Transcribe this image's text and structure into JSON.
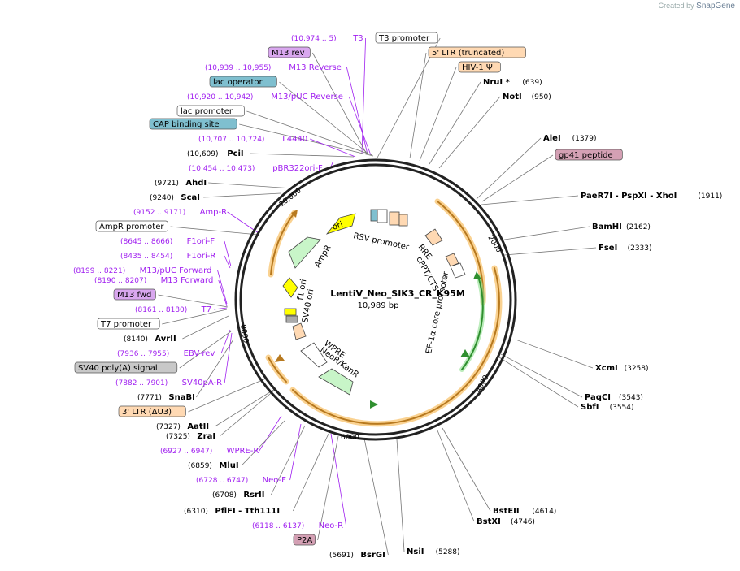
{
  "header": {
    "created_by": "Created by",
    "brand": "SnapGene"
  },
  "plasmid": {
    "name": "LentiV_Neo_SIK3_CR_K95M",
    "size": "10,989 bp"
  },
  "ticks": [
    "2000",
    "4000",
    "6000",
    "8000",
    "10,000"
  ],
  "colors": {
    "primer": "#a020f0",
    "enzyme": "#000000",
    "feature_orange": "#f6a623",
    "feature_green": "#8ee08e",
    "ori": "#ffff00",
    "promoter": "#ffffff",
    "ltr": "#ffd9b3",
    "tag": "#d4a0b4",
    "operator": "#7fbfcf"
  },
  "labels": [
    {
      "pos": "(10,974 .. 5)",
      "name": "T3",
      "kind": "primer"
    },
    {
      "name": "M13 rev",
      "kind": "box",
      "color": "#d9a7ef"
    },
    {
      "pos": "(10,939 .. 10,955)",
      "name": "M13 Reverse",
      "kind": "primer"
    },
    {
      "name": "lac operator",
      "kind": "box",
      "color": "#7fbfcf"
    },
    {
      "pos": "(10,920 .. 10,942)",
      "name": "M13/pUC Reverse",
      "kind": "primer"
    },
    {
      "name": "lac promoter",
      "kind": "box",
      "color": "#ffffff"
    },
    {
      "name": "CAP binding site",
      "kind": "box",
      "color": "#7fbfcf"
    },
    {
      "pos": "(10,707 .. 10,724)",
      "name": "L4440",
      "kind": "primer"
    },
    {
      "pos": "(10,609)",
      "name": "PciI",
      "kind": "enzyme"
    },
    {
      "pos": "(10,454 .. 10,473)",
      "name": "pBR322ori-F",
      "kind": "primer"
    },
    {
      "pos": "(9721)",
      "name": "AhdI",
      "kind": "enzyme"
    },
    {
      "pos": "(9240)",
      "name": "ScaI",
      "kind": "enzyme"
    },
    {
      "pos": "(9152 .. 9171)",
      "name": "Amp-R",
      "kind": "primer"
    },
    {
      "name": "AmpR promoter",
      "kind": "box",
      "color": "#ffffff"
    },
    {
      "pos": "(8645 .. 8666)",
      "name": "F1ori-F",
      "kind": "primer"
    },
    {
      "pos": "(8435 .. 8454)",
      "name": "F1ori-R",
      "kind": "primer"
    },
    {
      "pos": "(8199 .. 8221)",
      "name": "M13/pUC Forward",
      "kind": "primer"
    },
    {
      "pos": "(8190 .. 8207)",
      "name": "M13 Forward",
      "kind": "primer"
    },
    {
      "name": "M13 fwd",
      "kind": "box",
      "color": "#d9a7ef"
    },
    {
      "pos": "(8161 .. 8180)",
      "name": "T7",
      "kind": "primer"
    },
    {
      "name": "T7 promoter",
      "kind": "box",
      "color": "#ffffff"
    },
    {
      "pos": "(8140)",
      "name": "AvrII",
      "kind": "enzyme"
    },
    {
      "pos": "(7936 .. 7955)",
      "name": "EBV-rev",
      "kind": "primer"
    },
    {
      "name": "SV40 poly(A) signal",
      "kind": "box",
      "color": "#c8c8c8"
    },
    {
      "pos": "(7882 .. 7901)",
      "name": "SV40pA-R",
      "kind": "primer"
    },
    {
      "pos": "(7771)",
      "name": "SnaBI",
      "kind": "enzyme"
    },
    {
      "name": "3' LTR (ΔU3)",
      "kind": "box",
      "color": "#ffd9b3"
    },
    {
      "pos": "(7327)",
      "name": "AatII",
      "kind": "enzyme"
    },
    {
      "pos": "(7325)",
      "name": "ZraI",
      "kind": "enzyme"
    },
    {
      "pos": "(6927 .. 6947)",
      "name": "WPRE-R",
      "kind": "primer"
    },
    {
      "pos": "(6859)",
      "name": "MluI",
      "kind": "enzyme"
    },
    {
      "pos": "(6728 .. 6747)",
      "name": "Neo-F",
      "kind": "primer"
    },
    {
      "pos": "(6708)",
      "name": "RsrII",
      "kind": "enzyme"
    },
    {
      "pos": "(6310)",
      "name": "PflFI - Tth111I",
      "kind": "enzyme"
    },
    {
      "pos": "(6118 .. 6137)",
      "name": "Neo-R",
      "kind": "primer"
    },
    {
      "name": "P2A",
      "kind": "box",
      "color": "#d4a0b4"
    },
    {
      "pos": "(5691)",
      "name": "BsrGI",
      "kind": "enzyme"
    },
    {
      "pos": "(5288)",
      "name": "NsiI",
      "kind": "enzyme"
    },
    {
      "pos": "(4746)",
      "name": "BstXI",
      "kind": "enzyme"
    },
    {
      "pos": "(4614)",
      "name": "BstEII",
      "kind": "enzyme"
    },
    {
      "pos": "(3554)",
      "name": "SbfI",
      "kind": "enzyme"
    },
    {
      "pos": "(3543)",
      "name": "PaqCI",
      "kind": "enzyme"
    },
    {
      "pos": "(3258)",
      "name": "XcmI",
      "kind": "enzyme"
    },
    {
      "pos": "(2333)",
      "name": "FseI",
      "kind": "enzyme"
    },
    {
      "pos": "(2162)",
      "name": "BamHI",
      "kind": "enzyme"
    },
    {
      "pos": "(1911)",
      "name": "PaeR7I - PspXI - XhoI",
      "kind": "enzyme"
    },
    {
      "name": "gp41 peptide",
      "kind": "box",
      "color": "#d4a0b4"
    },
    {
      "pos": "(1379)",
      "name": "AleI",
      "kind": "enzyme"
    },
    {
      "pos": "(950)",
      "name": "NotI",
      "kind": "enzyme"
    },
    {
      "pos": "(639)",
      "name": "NruI *",
      "kind": "enzyme"
    },
    {
      "name": "HIV-1 Ψ",
      "kind": "box",
      "color": "#ffd9b3"
    },
    {
      "name": "5' LTR (truncated)",
      "kind": "box",
      "color": "#ffd9b3"
    },
    {
      "name": "T3 promoter",
      "kind": "box",
      "color": "#ffffff"
    }
  ],
  "features": [
    {
      "label": "RSV promoter"
    },
    {
      "label": "RRE"
    },
    {
      "label": "cPPT/CTS"
    },
    {
      "label": "EF-1α core promoter"
    },
    {
      "label": "NeoR/KanR"
    },
    {
      "label": "WPRE"
    },
    {
      "label": "SV40 ori"
    },
    {
      "label": "f1 ori"
    },
    {
      "label": "AmpR"
    },
    {
      "label": "ori"
    }
  ]
}
